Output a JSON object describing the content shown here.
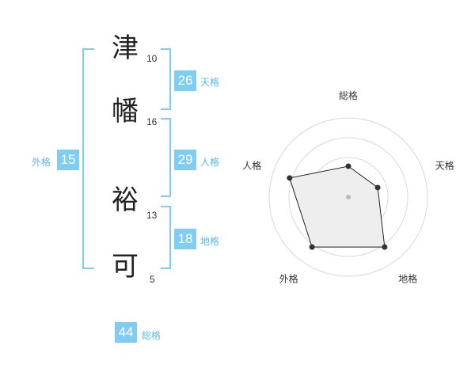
{
  "name": {
    "chars": [
      {
        "char": "津",
        "strokes": "10"
      },
      {
        "char": "幡",
        "strokes": "16"
      },
      {
        "char": "裕",
        "strokes": "13"
      },
      {
        "char": "可",
        "strokes": "5"
      }
    ]
  },
  "scores": {
    "tenkaku": {
      "value": "26",
      "label": "天格"
    },
    "jinkaku": {
      "value": "29",
      "label": "人格"
    },
    "chikaku": {
      "value": "18",
      "label": "地格"
    },
    "gaikaku": {
      "value": "15",
      "label": "外格"
    },
    "soukaku": {
      "value": "44",
      "label": "総格"
    }
  },
  "radar": {
    "axes": [
      "総格",
      "天格",
      "地格",
      "外格",
      "人格"
    ],
    "levels": 4,
    "max": 4,
    "values": [
      2,
      2,
      4,
      4,
      4
    ],
    "colors": {
      "grid": "#d9d9d9",
      "fill": "#eeeeee",
      "line": "#222222",
      "point": "#333333",
      "center": "#bbbbbb"
    }
  }
}
